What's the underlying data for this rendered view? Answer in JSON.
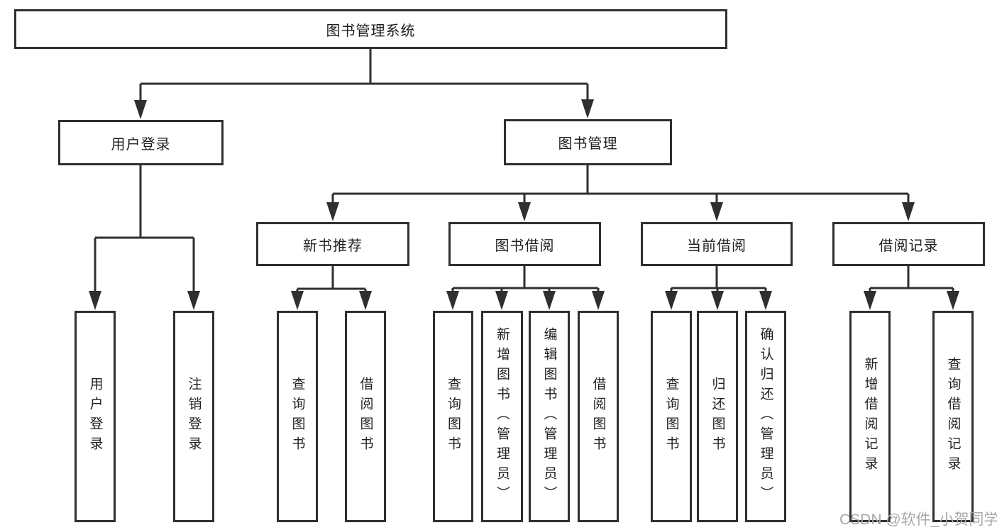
{
  "diagram": {
    "type": "hierarchy-diagram",
    "colors": {
      "line": "#2f2f2f",
      "text": "#1f1f1f",
      "background": "#ffffff",
      "watermark_color": "#a8a8a8"
    },
    "root": {
      "label": "图书管理系统"
    },
    "branches": [
      {
        "label": "用户登录",
        "children": [
          {
            "label": "用户登录"
          },
          {
            "label": "注销登录"
          }
        ]
      },
      {
        "label": "图书管理",
        "children": [
          {
            "label": "新书推荐",
            "children": [
              {
                "label": "查询图书"
              },
              {
                "label": "借阅图书"
              }
            ]
          },
          {
            "label": "图书借阅",
            "children": [
              {
                "label": "查询图书"
              },
              {
                "label": "新增图书（管理员）"
              },
              {
                "label": "编辑图书（管理员）"
              },
              {
                "label": "借阅图书"
              }
            ]
          },
          {
            "label": "当前借阅",
            "children": [
              {
                "label": "查询图书"
              },
              {
                "label": "归还图书"
              },
              {
                "label": "确认归还（管理员）"
              }
            ]
          },
          {
            "label": "借阅记录",
            "children": [
              {
                "label": "新增借阅记录"
              },
              {
                "label": "查询借阅记录"
              }
            ]
          }
        ]
      }
    ],
    "watermark": "CSDN @软件_小贺同学"
  }
}
